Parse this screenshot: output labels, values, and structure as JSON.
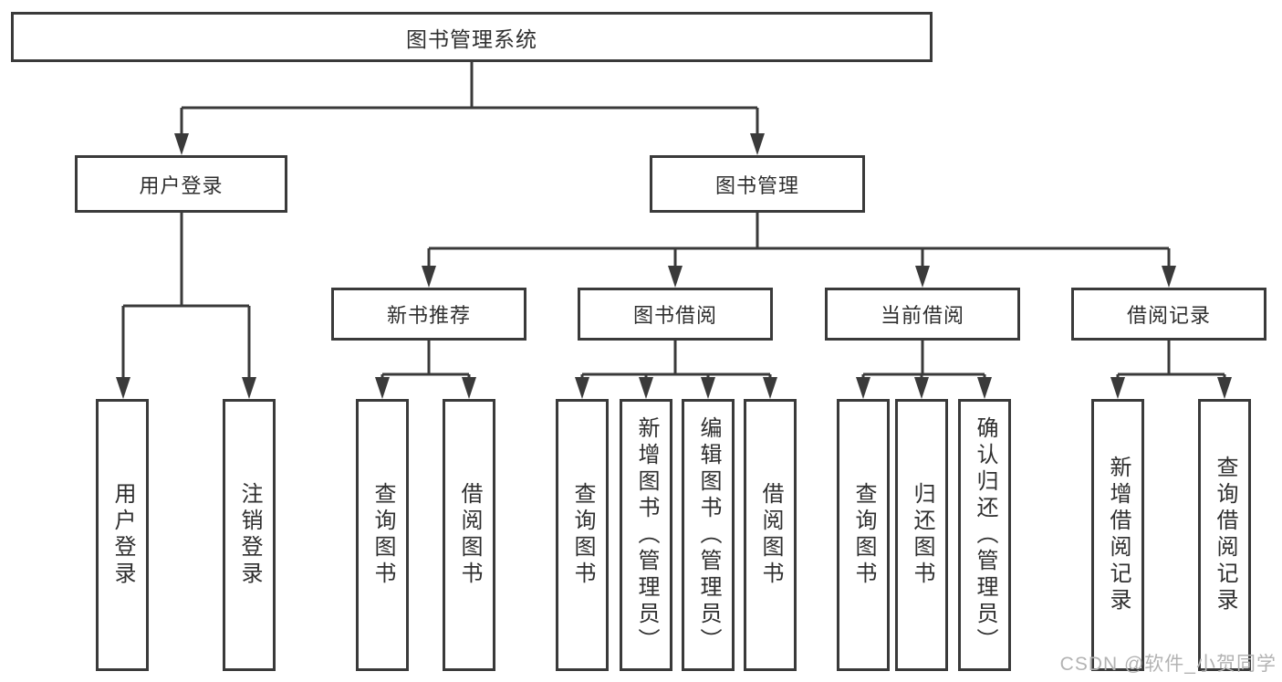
{
  "diagram": {
    "root": {
      "label": "图书管理系统"
    },
    "branches": [
      {
        "label": "用户登录",
        "children": [
          {
            "label": "用户登录"
          },
          {
            "label": "注销登录"
          }
        ]
      },
      {
        "label": "图书管理",
        "children": [
          {
            "label": "新书推荐",
            "children": [
              {
                "label": "查询图书"
              },
              {
                "label": "借阅图书"
              }
            ]
          },
          {
            "label": "图书借阅",
            "children": [
              {
                "label": "查询图书"
              },
              {
                "label": "新增图书（管理员）"
              },
              {
                "label": "编辑图书（管理员）"
              },
              {
                "label": "借阅图书"
              }
            ]
          },
          {
            "label": "当前借阅",
            "children": [
              {
                "label": "查询图书"
              },
              {
                "label": "归还图书"
              },
              {
                "label": "确认归还（管理员）"
              }
            ]
          },
          {
            "label": "借阅记录",
            "children": [
              {
                "label": "新增借阅记录"
              },
              {
                "label": "查询借阅记录"
              }
            ]
          }
        ]
      }
    ],
    "watermark": "CSDN @软件_小贺同学",
    "colors": {
      "line": "#3a3a3a",
      "text": "#2f2f2f",
      "watermark": "#b3b3b3",
      "background": "#ffffff"
    }
  }
}
